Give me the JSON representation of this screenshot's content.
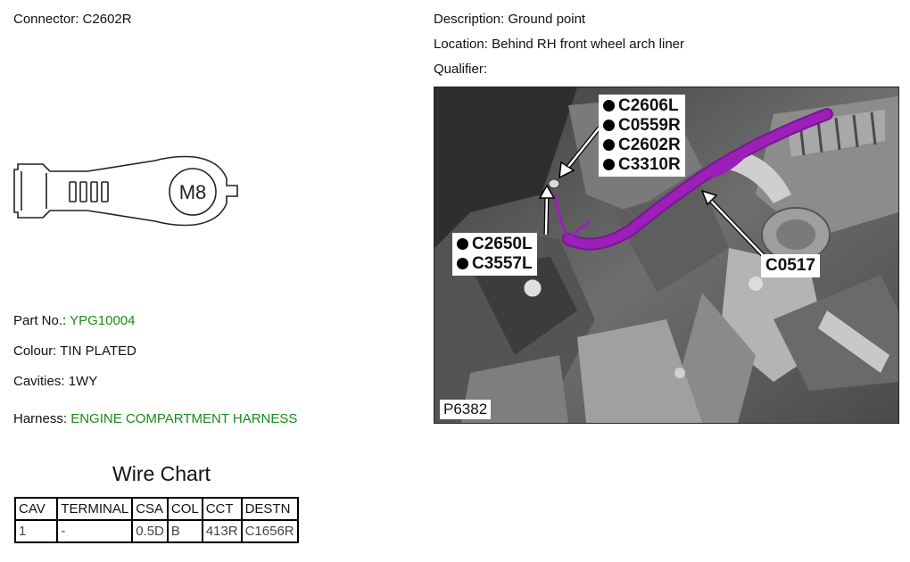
{
  "connector": {
    "label": "Connector:",
    "value": "C2602R"
  },
  "description": {
    "label": "Description:",
    "value": "Ground point"
  },
  "location": {
    "label": "Location:",
    "value": "Behind RH front wheel arch liner"
  },
  "qualifier": {
    "label": "Qualifier:",
    "value": ""
  },
  "terminal_drawing": {
    "marking": "M8"
  },
  "part_no": {
    "label": "Part No.:",
    "value": "YPG10004"
  },
  "colour": {
    "label": "Colour:",
    "value": "TIN PLATED"
  },
  "cavities": {
    "label": "Cavities:",
    "value": "1WY"
  },
  "harness": {
    "label": "Harness:",
    "value": "ENGINE COMPARTMENT HARNESS"
  },
  "photo": {
    "reference": "P6382",
    "callout_top": [
      "C2606L",
      "C0559R",
      "C2602R",
      "C3310R"
    ],
    "callout_left": [
      "C2650L",
      "C3557L"
    ],
    "callout_right": "C0517",
    "harness_color": "#9b1fb8"
  },
  "wire_chart": {
    "title": "Wire Chart",
    "headers": [
      "CAV",
      "TERMINAL",
      "CSA",
      "COL",
      "CCT",
      "DESTN"
    ],
    "rows": [
      [
        "1",
        "-",
        "0.5D",
        "B",
        "413R",
        "C1656R"
      ]
    ]
  },
  "colors": {
    "green_value": "#1a8a1a"
  }
}
